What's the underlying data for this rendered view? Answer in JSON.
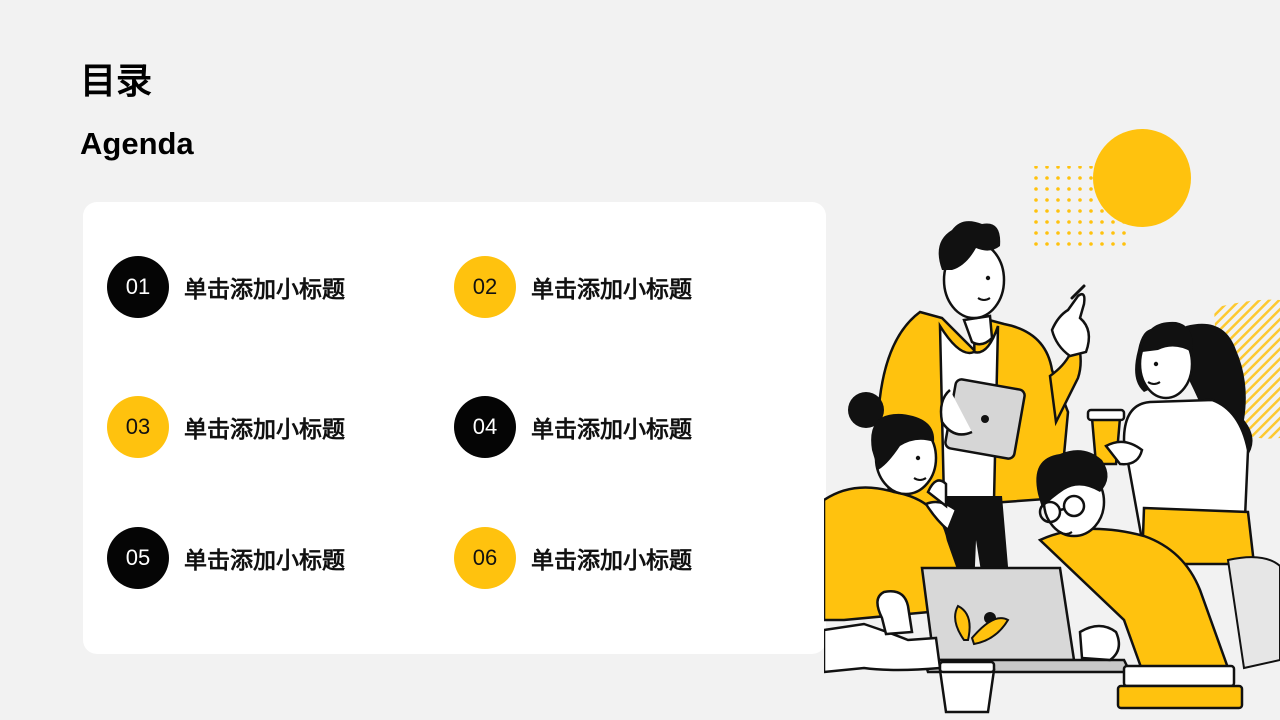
{
  "header": {
    "title_cn": "目录",
    "title_en": "Agenda"
  },
  "agenda": {
    "items": [
      {
        "number": "01",
        "label": "单击添加小标题",
        "color": "#050505"
      },
      {
        "number": "02",
        "label": "单击添加小标题",
        "color": "#ffc20e"
      },
      {
        "number": "03",
        "label": "单击添加小标题",
        "color": "#ffc20e"
      },
      {
        "number": "04",
        "label": "单击添加小标题",
        "color": "#050505"
      },
      {
        "number": "05",
        "label": "单击添加小标题",
        "color": "#050505"
      },
      {
        "number": "06",
        "label": "单击添加小标题",
        "color": "#ffc20e"
      }
    ]
  },
  "theme": {
    "accent": "#ffc20e",
    "dark": "#050505",
    "background": "#f2f2f2",
    "card": "#ffffff"
  }
}
